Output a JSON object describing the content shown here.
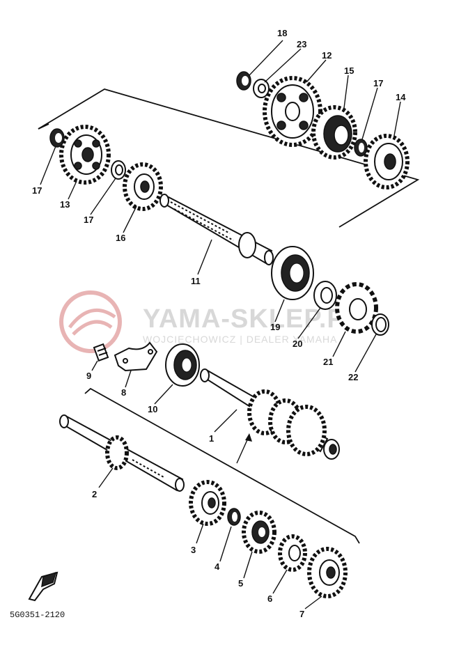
{
  "watermark": {
    "brand": "YAMA-SKLEP.PL",
    "tagline": "WOJCIECHOWICZ | DEALER YAMAHA",
    "color": "#e8a0a0"
  },
  "diagram_code": "5G0351-2120",
  "parts": [
    {
      "id": "p18",
      "number": "18"
    },
    {
      "id": "p23",
      "number": "23"
    },
    {
      "id": "p12",
      "number": "12"
    },
    {
      "id": "p15",
      "number": "15"
    },
    {
      "id": "p17a",
      "number": "17"
    },
    {
      "id": "p14",
      "number": "14"
    },
    {
      "id": "p17b",
      "number": "17"
    },
    {
      "id": "p13",
      "number": "13"
    },
    {
      "id": "p17c",
      "number": "17"
    },
    {
      "id": "p16",
      "number": "16"
    },
    {
      "id": "p11",
      "number": "11"
    },
    {
      "id": "p19",
      "number": "19"
    },
    {
      "id": "p20",
      "number": "20"
    },
    {
      "id": "p21",
      "number": "21"
    },
    {
      "id": "p22",
      "number": "22"
    },
    {
      "id": "p9",
      "number": "9"
    },
    {
      "id": "p8",
      "number": "8"
    },
    {
      "id": "p10",
      "number": "10"
    },
    {
      "id": "p1",
      "number": "1"
    },
    {
      "id": "p2",
      "number": "2"
    },
    {
      "id": "p3",
      "number": "3"
    },
    {
      "id": "p4",
      "number": "4"
    },
    {
      "id": "p5",
      "number": "5"
    },
    {
      "id": "p6",
      "number": "6"
    },
    {
      "id": "p7",
      "number": "7"
    }
  ]
}
